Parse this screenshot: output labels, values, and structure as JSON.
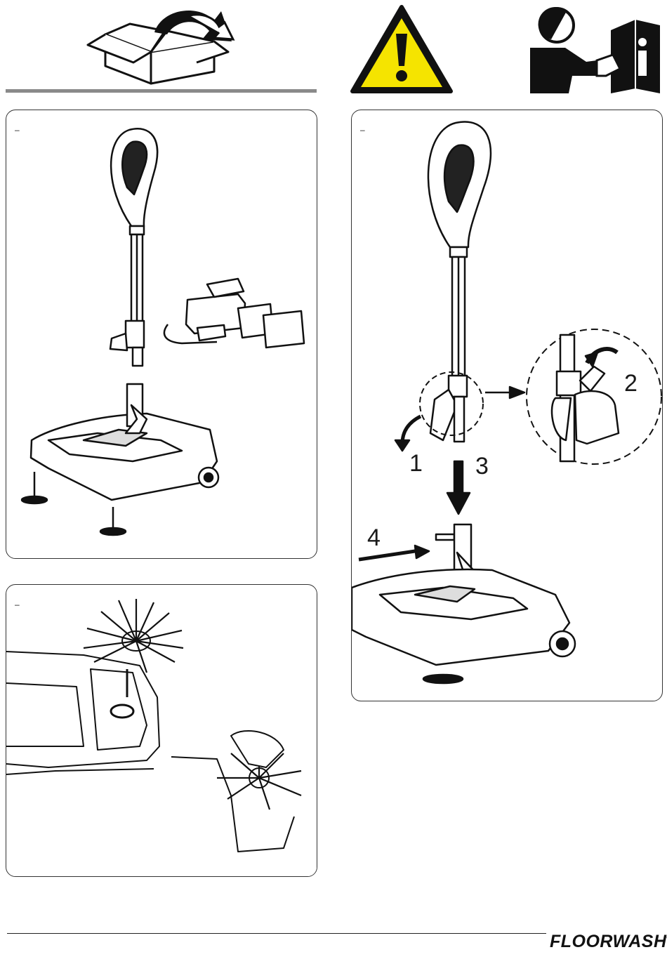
{
  "header": {
    "icons": [
      "unpack-box-icon",
      "warning-icon",
      "read-manual-icon"
    ],
    "colors": {
      "warning_yellow": "#f5e400",
      "rule_grey": "#8a8a8a",
      "ink": "#1a1a1a"
    }
  },
  "panels": {
    "package_contents": {
      "mark": "–"
    },
    "side_brush": {
      "mark": "–"
    },
    "handle_mount": {
      "mark": "–",
      "steps": [
        "1",
        "2",
        "3",
        "4"
      ]
    }
  },
  "footer": {
    "brand": "FLOORWASH",
    "trademark": "®"
  }
}
